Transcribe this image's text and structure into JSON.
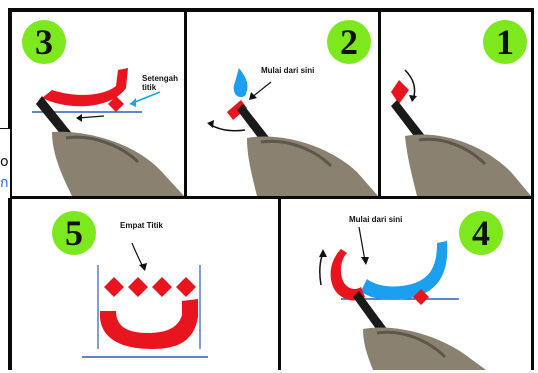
{
  "figure": {
    "panels": [
      {
        "id": "p3",
        "number": "3",
        "annotation": "Setengah\ntitik"
      },
      {
        "id": "p2",
        "number": "2",
        "annotation": "Mulai dari sini"
      },
      {
        "id": "p1",
        "number": "1",
        "annotation": ""
      },
      {
        "id": "p5",
        "number": "5",
        "annotation": "Empat Titik"
      },
      {
        "id": "p4",
        "number": "4",
        "annotation": "Mulai dari sini"
      }
    ]
  },
  "colors": {
    "stroke_red": "#e8141e",
    "stroke_blue": "#1aa0ef",
    "guide_blue": "#2f5fb0",
    "badge_green": "#7ee81f",
    "frame_black": "#0a0a0a",
    "pen_dark": "#1a1a1a",
    "hand_skin": "#8a8170"
  },
  "edge_fragment": {
    "glyph_1": "o",
    "glyph_2": "ก"
  }
}
